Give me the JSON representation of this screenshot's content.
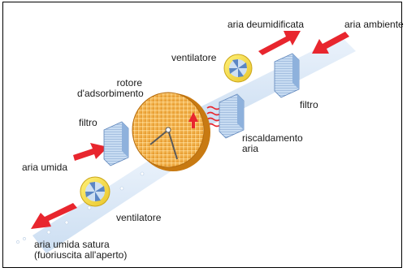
{
  "labels": {
    "aria_deumidificata": "aria deumidificata",
    "aria_ambiente": "aria ambiente",
    "ventilatore_top": "ventilatore",
    "rotore_line1": "rotore",
    "rotore_line2": "d'adsorbimento",
    "filtro_right": "filtro",
    "filtro_left": "filtro",
    "riscaldamento_line1": "riscaldamento",
    "riscaldamento_line2": "aria",
    "aria_umida": "aria umida",
    "ventilatore_bottom": "ventilatore",
    "aria_satura_line1": "aria umida satura",
    "aria_satura_line2": "(fuoriuscita all'aperto)"
  },
  "icons": [
    "fan-icon",
    "filter-icon",
    "rotor-icon",
    "heater-icon",
    "arrow-icon"
  ],
  "colors": {
    "arrow": "#e8262e",
    "fan": "#f4dc3a",
    "rotor": "#f0a830",
    "stream": "#d5e4f4",
    "filter": "#a9c7ea"
  }
}
